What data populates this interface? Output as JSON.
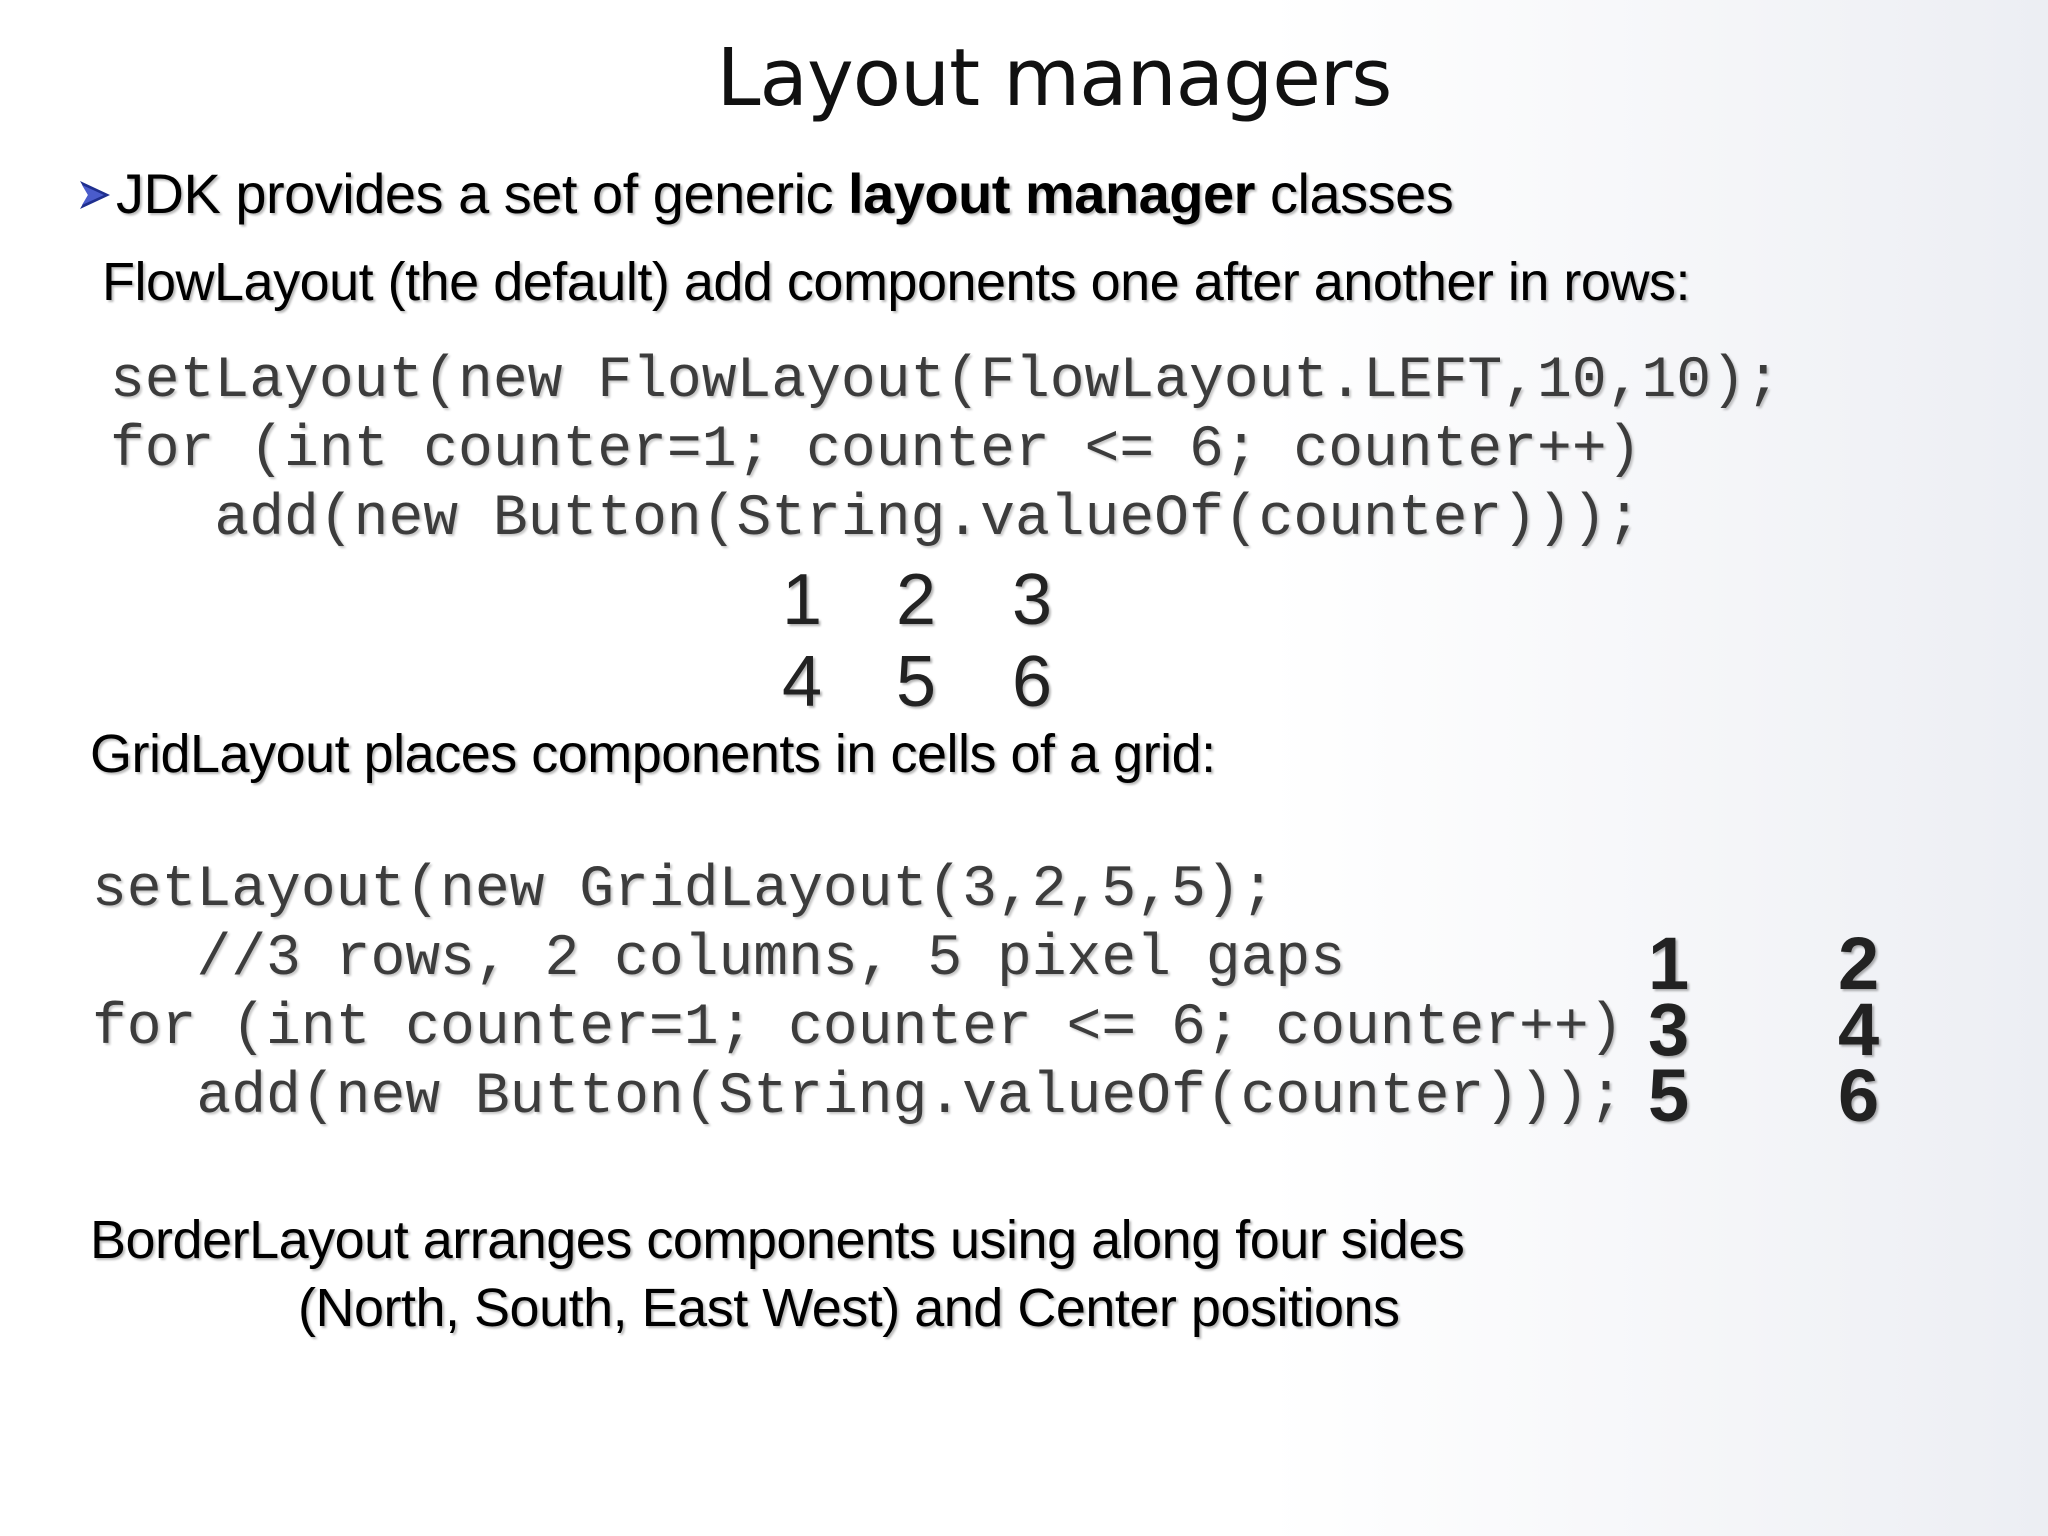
{
  "title": "Layout managers",
  "bullet": {
    "icon": "arrow-bullet-icon",
    "text_before": "JDK provides a set of generic ",
    "text_bold": "layout manager",
    "text_after": " classes"
  },
  "flow": {
    "description": "FlowLayout (the default) add components one after another in rows:",
    "code": [
      "setLayout(new FlowLayout(FlowLayout.LEFT,10,10);",
      "for (int counter=1; counter <= 6; counter++)",
      "   add(new Button(String.valueOf(counter)));"
    ],
    "rows": [
      [
        "1",
        "2",
        "3"
      ],
      [
        "4",
        "5",
        "6"
      ]
    ]
  },
  "grid": {
    "description": "GridLayout places components in cells of a grid:",
    "code": [
      "setLayout(new GridLayout(3,2,5,5);",
      "   //3 rows, 2 columns, 5 pixel gaps",
      "for (int counter=1; counter <= 6; counter++)",
      "   add(new Button(String.valueOf(counter)));"
    ],
    "cells": [
      [
        "1",
        "2"
      ],
      [
        "3",
        "4"
      ],
      [
        "5",
        "6"
      ]
    ]
  },
  "border": {
    "line1": "BorderLayout arranges components using along four sides",
    "line2": "(North, South, East West) and Center positions"
  },
  "colors": {
    "bullet_arrow": "#1f2f8f",
    "code_text": "#3c3c3c"
  }
}
